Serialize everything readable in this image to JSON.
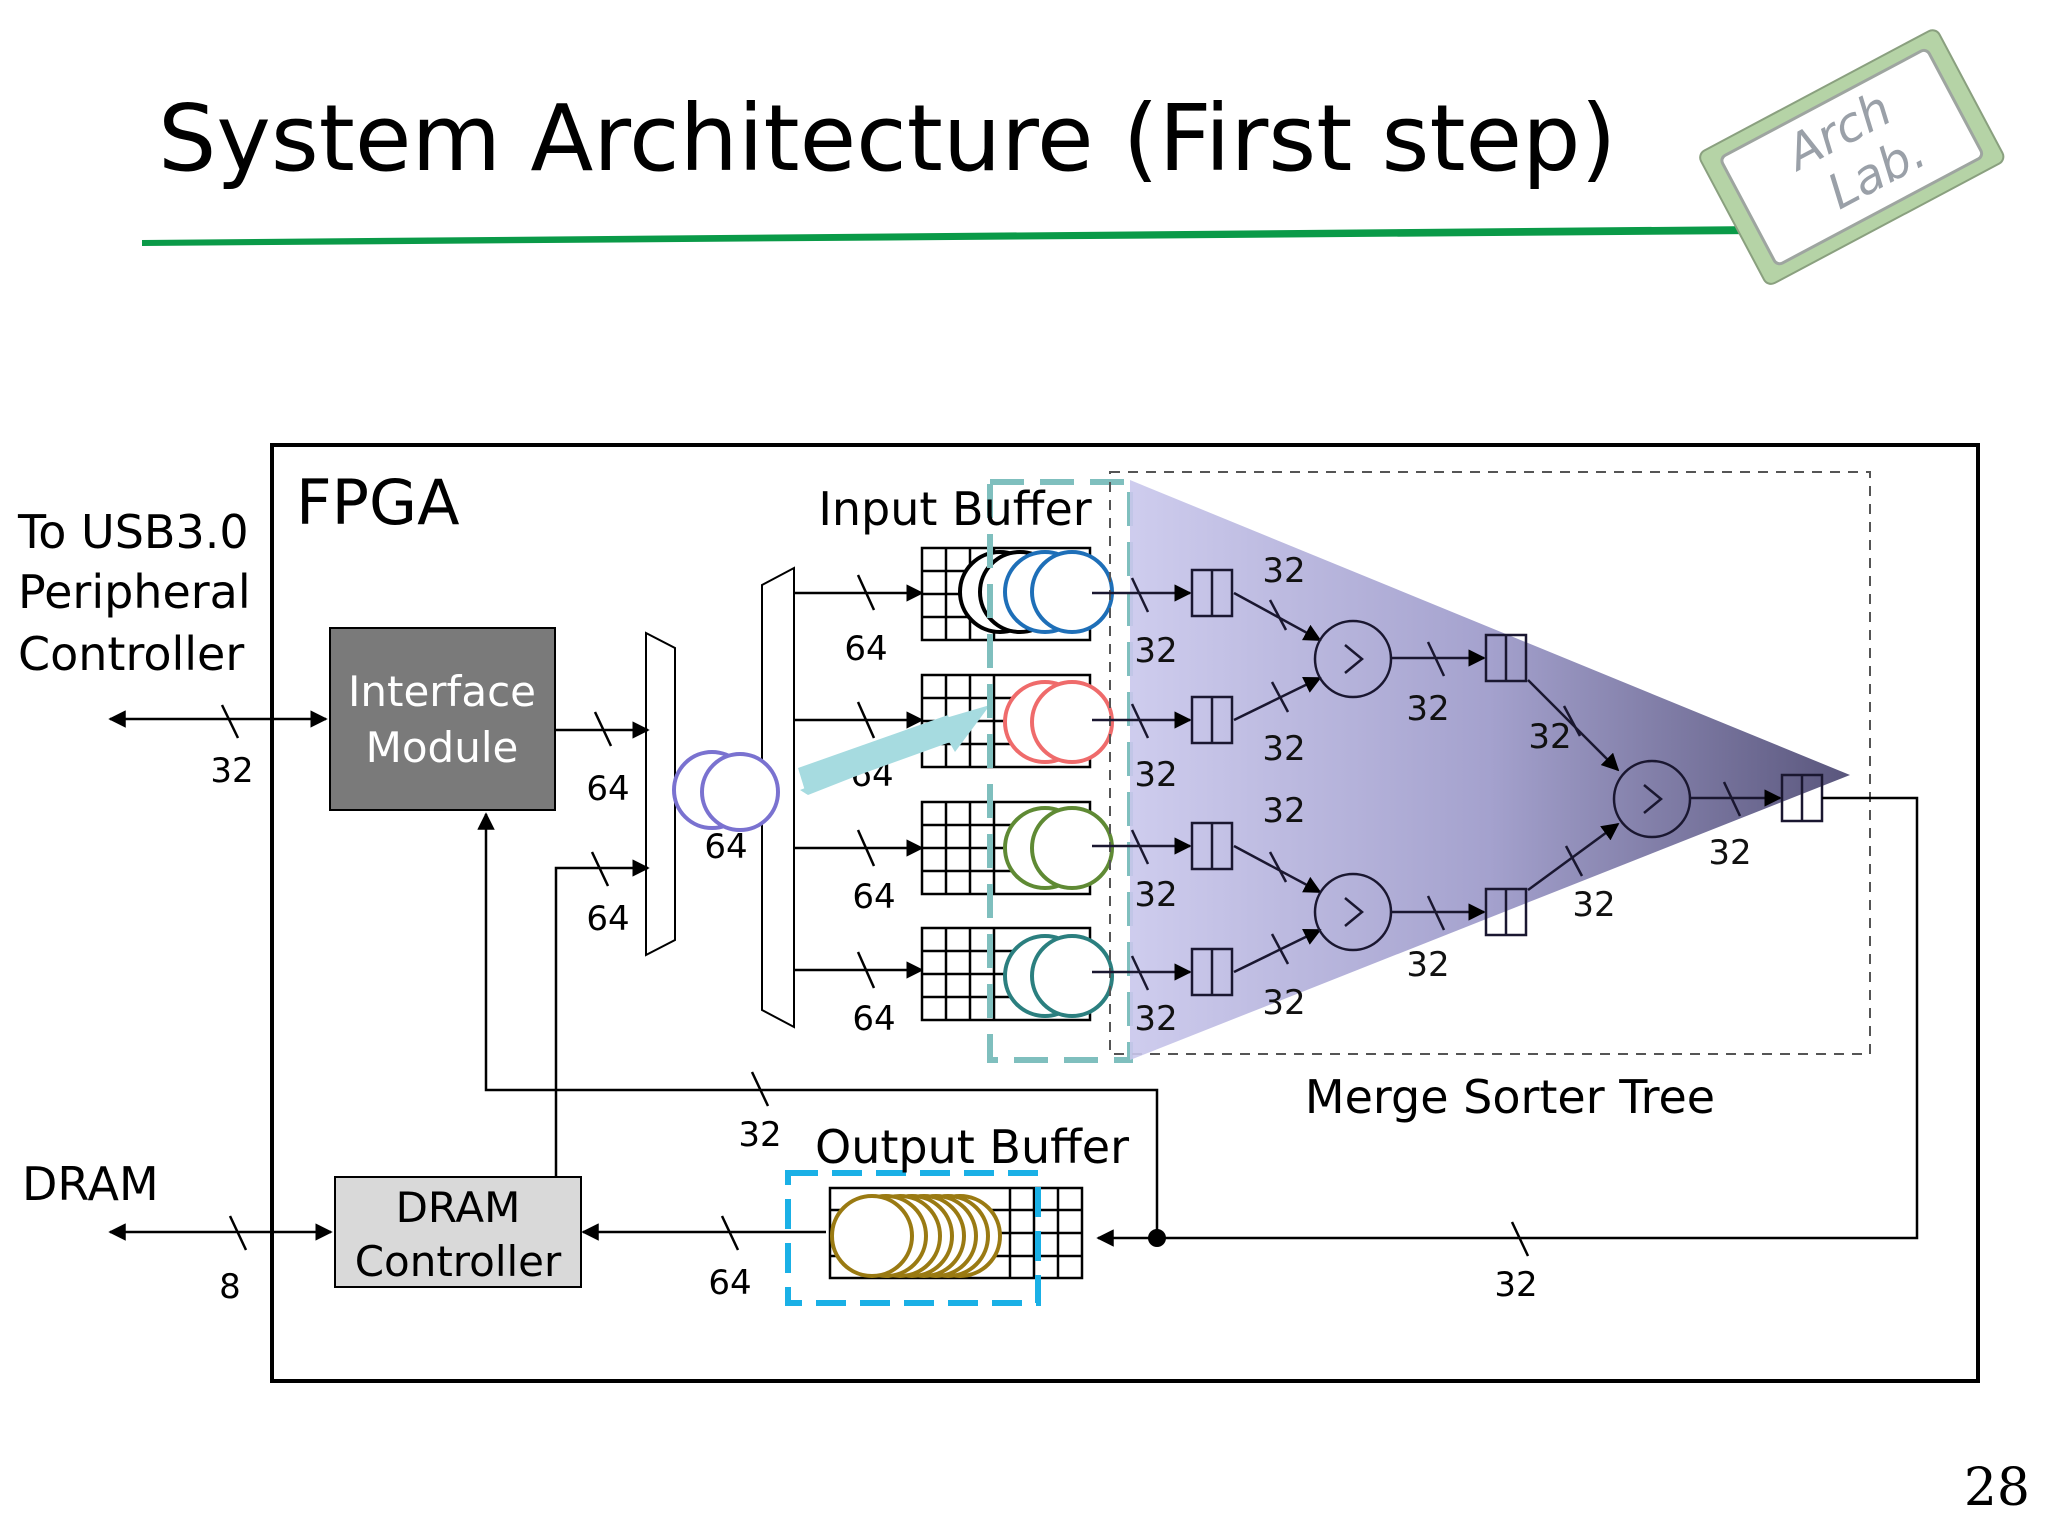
{
  "slide": {
    "title": "System Architecture (First step)",
    "page_number": "28"
  },
  "logo": {
    "line1": "Arch",
    "line2": "Lab."
  },
  "colors": {
    "title_rule": "#0a9a48",
    "interface_module": "#7a7a7a",
    "dram_controller": "#d9d9d9",
    "dashed_highlight": "#1ab0e6",
    "triangle": "#6e6aa8"
  },
  "diagram": {
    "fpga_label": "FPGA",
    "usb_label": [
      "To USB3.0",
      "Peripheral",
      "Controller"
    ],
    "dram_label": "DRAM",
    "interface_module": [
      "Interface",
      "Module"
    ],
    "dram_controller": [
      "DRAM",
      "Controller"
    ],
    "input_buffer": "Input Buffer",
    "output_buffer": "Output Buffer",
    "merge_sorter_tree": "Merge Sorter Tree",
    "bus_widths": {
      "usb": "32",
      "dram": "8",
      "im_out": "64",
      "dc_out": "64",
      "mux_out": "64",
      "ib_row1": "64",
      "ib_row2": "64",
      "ib_row3": "64",
      "ib_row4": "64",
      "tree_l1_1": "32",
      "tree_l1_2": "32",
      "tree_l1_3": "32",
      "tree_l1_4": "32",
      "tree_top_1": "32",
      "tree_top_2": "32",
      "tree_top_3": "32",
      "tree_top_4": "32",
      "tree_l2_1": "32",
      "tree_l2_2": "32",
      "tree_l2_3": "32",
      "tree_l2_4": "32",
      "tree_l3_1": "32",
      "tree_root": "32",
      "fb_left": "32",
      "ob_in": "64",
      "fb_bottom": "32"
    }
  }
}
